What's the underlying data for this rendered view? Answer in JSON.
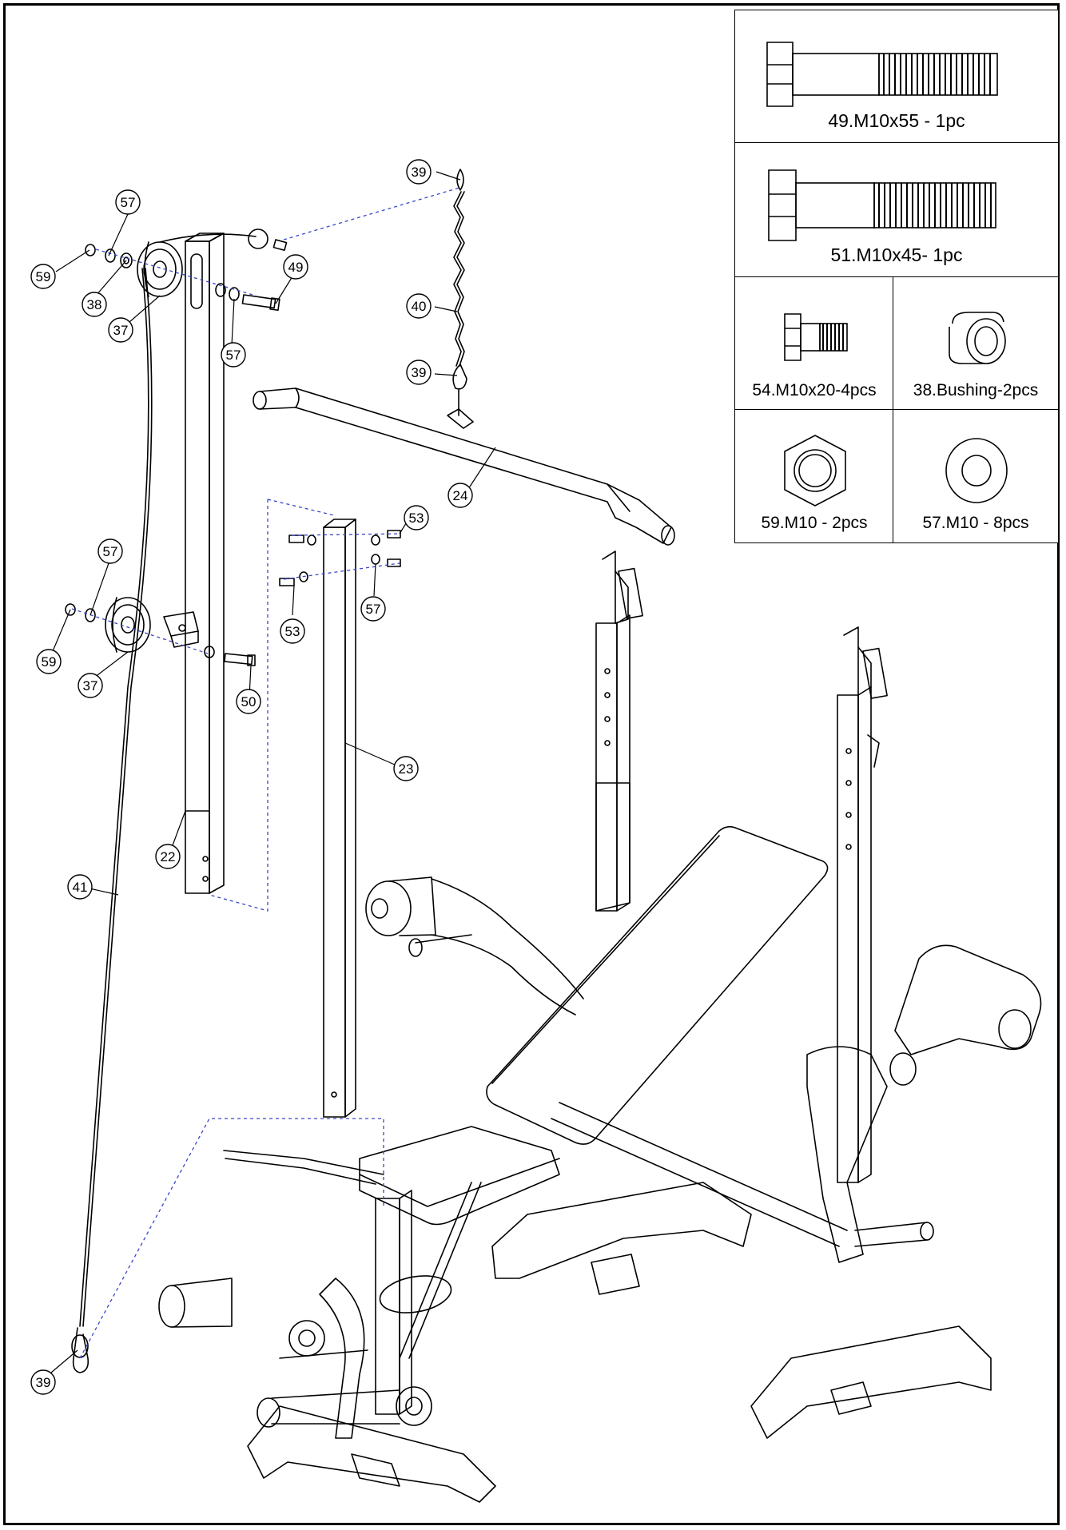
{
  "legend": {
    "items": [
      {
        "id": "bolt-49",
        "label": "49.M10x55 - 1pc",
        "icon": "long-hex-bolt-icon"
      },
      {
        "id": "bolt-51",
        "label": "51.M10x45- 1pc",
        "icon": "hex-bolt-icon"
      },
      {
        "id": "bolt-54",
        "label": "54.M10x20-4pcs",
        "icon": "short-hex-bolt-icon"
      },
      {
        "id": "bushing-38",
        "label": "38.Bushing-2pcs",
        "icon": "bushing-icon"
      },
      {
        "id": "nut-59",
        "label": "59.M10 - 2pcs",
        "icon": "hex-nut-icon"
      },
      {
        "id": "washer-57",
        "label": "57.M10 - 8pcs",
        "icon": "washer-icon"
      }
    ]
  },
  "callouts": [
    {
      "id": "c39a",
      "text": "39"
    },
    {
      "id": "c57a",
      "text": "57"
    },
    {
      "id": "c59a",
      "text": "59"
    },
    {
      "id": "c38",
      "text": "38"
    },
    {
      "id": "c37a",
      "text": "37"
    },
    {
      "id": "c49",
      "text": "49"
    },
    {
      "id": "c57b",
      "text": "57"
    },
    {
      "id": "c40",
      "text": "40"
    },
    {
      "id": "c39b",
      "text": "39"
    },
    {
      "id": "c24",
      "text": "24"
    },
    {
      "id": "c53a",
      "text": "53"
    },
    {
      "id": "c53b",
      "text": "53"
    },
    {
      "id": "c57c",
      "text": "57"
    },
    {
      "id": "c57d",
      "text": "57"
    },
    {
      "id": "c59b",
      "text": "59"
    },
    {
      "id": "c37b",
      "text": "37"
    },
    {
      "id": "c50",
      "text": "50"
    },
    {
      "id": "c23",
      "text": "23"
    },
    {
      "id": "c22",
      "text": "22"
    },
    {
      "id": "c41",
      "text": "41"
    },
    {
      "id": "c39c",
      "text": "39"
    }
  ]
}
